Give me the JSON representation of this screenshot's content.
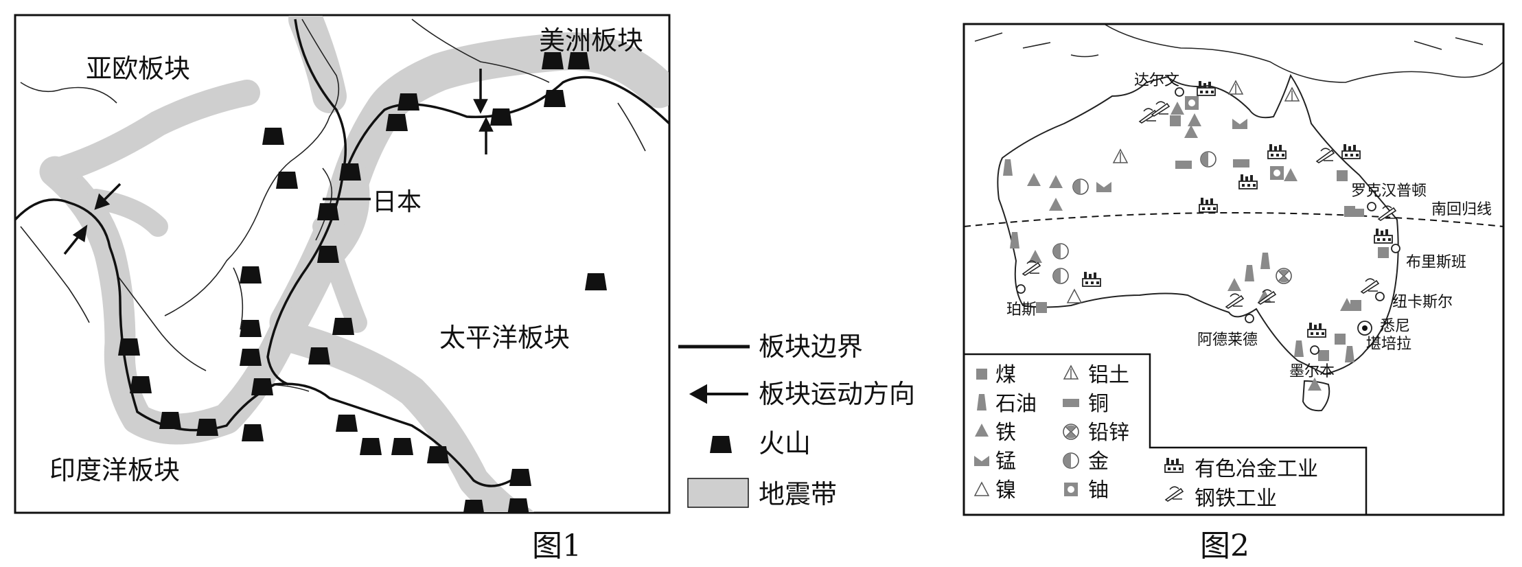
{
  "figure1": {
    "caption": "图1",
    "plates": {
      "eurasia": "亚欧板块",
      "america": "美洲板块",
      "pacific": "太平洋板块",
      "indian": "印度洋板块"
    },
    "japan": "日本",
    "legend": [
      {
        "icon": "boundary-line-icon",
        "label": "板块边界"
      },
      {
        "icon": "movement-arrow-icon",
        "label": "板块运动方向"
      },
      {
        "icon": "volcano-icon",
        "label": "火山"
      },
      {
        "icon": "seismic-belt-icon",
        "label": "地震带"
      }
    ],
    "colors": {
      "seismic_belt": "#cfcfcf",
      "volcano": "#111111",
      "boundary": "#111111"
    }
  },
  "figure2": {
    "caption": "图2",
    "cities": {
      "darwin": "达尔文",
      "rockhampton": "罗克汉普顿",
      "tropic": "南回归线",
      "brisbane": "布里斯班",
      "newcastle": "纽卡斯尔",
      "sydney": "悉尼",
      "canberra": "堪培拉",
      "melbourne": "墨尔本",
      "adelaide": "阿德莱德",
      "perth": "珀斯"
    },
    "legend": [
      {
        "icon": "coal-icon",
        "label": "煤"
      },
      {
        "icon": "oil-icon",
        "label": "石油"
      },
      {
        "icon": "iron-icon",
        "label": "铁"
      },
      {
        "icon": "manganese-icon",
        "label": "锰"
      },
      {
        "icon": "nickel-icon",
        "label": "镍"
      },
      {
        "icon": "bauxite-icon",
        "label": "铝土"
      },
      {
        "icon": "copper-icon",
        "label": "铜"
      },
      {
        "icon": "lead-zinc-icon",
        "label": "铅锌"
      },
      {
        "icon": "gold-icon",
        "label": "金"
      },
      {
        "icon": "uranium-icon",
        "label": "铀"
      },
      {
        "icon": "nonferrous-metallurgy-icon",
        "label": "有色冶金工业"
      },
      {
        "icon": "steel-industry-icon",
        "label": "钢铁工业"
      }
    ],
    "colors": {
      "mineral_fill": "#8a8a8a"
    }
  }
}
